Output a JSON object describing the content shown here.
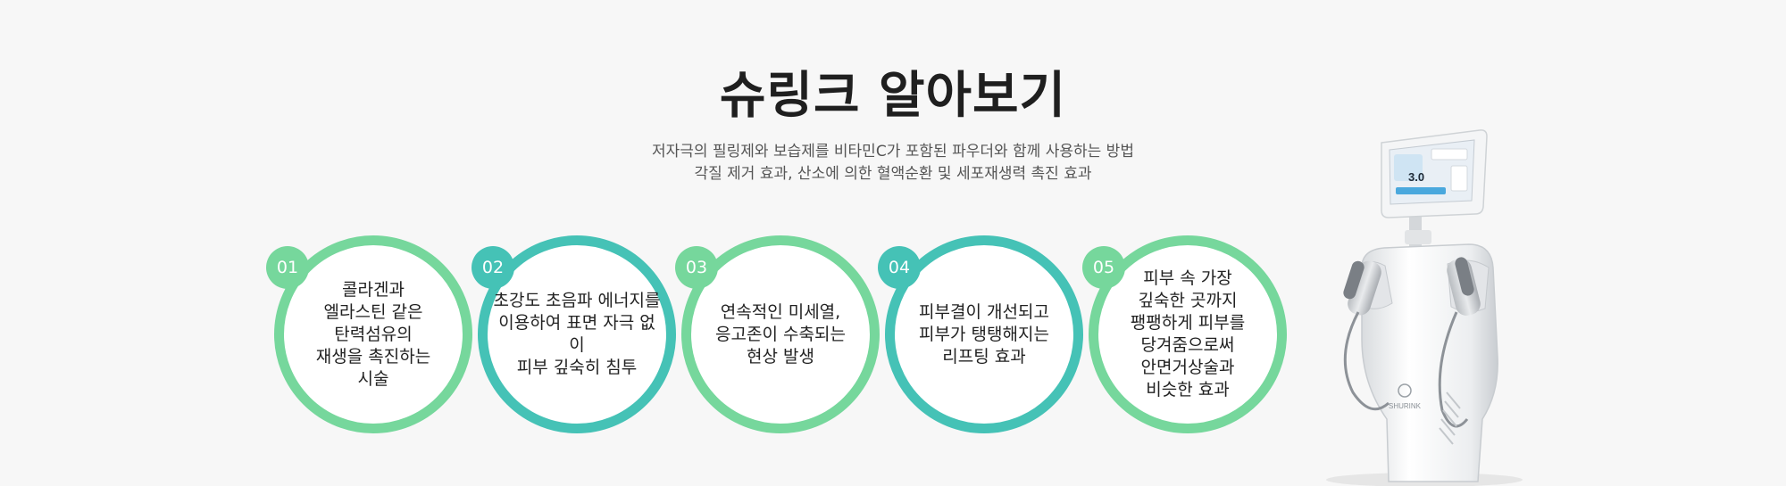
{
  "header": {
    "title": "슈링크 알아보기",
    "subtitle_lines": [
      "저자극의 필링제와 보습제를 비타민C가 포함된 파우더와 함께 사용하는 방법",
      "각질 제거 효과, 산소에 의한 혈액순환 및 세포재생력 촉진 효과"
    ]
  },
  "features": [
    {
      "number": "01",
      "text": "콜라겐과\n엘라스틴 같은\n탄력섬유의\n재생을 촉진하는\n시술"
    },
    {
      "number": "02",
      "text": "초강도 초음파 에너지를\n이용하여 표면 자극 없이\n피부 깊숙히 침투"
    },
    {
      "number": "03",
      "text": "연속적인 미세열,\n응고존이 수축되는\n현상 발생"
    },
    {
      "number": "04",
      "text": "피부결이 개선되고\n피부가 탱탱해지는\n리프팅 효과"
    },
    {
      "number": "05",
      "text": "피부 속 가장\n깊숙한 곳까지\n팽팽하게 피부를\n당겨줌으로써\n안면거상술과\n비슷한 효과"
    }
  ],
  "device": {
    "screen_value": "3.0",
    "brand": "SHURINK"
  },
  "colors": {
    "green": "#76d79c",
    "teal": "#45c2b6",
    "title": "#1f1f1f",
    "background": "#f7f7f7"
  }
}
